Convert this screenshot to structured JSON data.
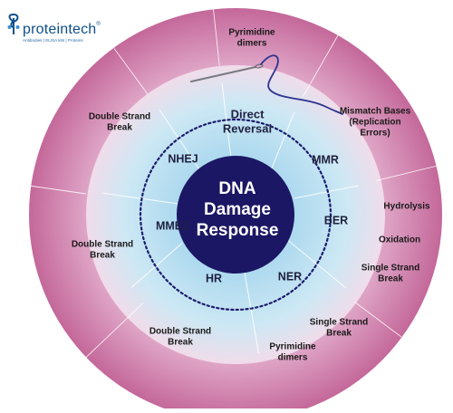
{
  "logo": {
    "name": "proteintech",
    "registered": "®",
    "tagline": "Antibodies  |  ELISA kits  |  Proteins"
  },
  "center": {
    "lines": [
      "DNA",
      "Damage",
      "Response"
    ]
  },
  "pathways": [
    {
      "id": "direct-reversal",
      "lines": [
        "Direct",
        "Reversal"
      ]
    },
    {
      "id": "mmr",
      "lines": [
        "MMR"
      ]
    },
    {
      "id": "ber",
      "lines": [
        "BER"
      ]
    },
    {
      "id": "ner",
      "lines": [
        "NER"
      ]
    },
    {
      "id": "hr",
      "lines": [
        "HR"
      ]
    },
    {
      "id": "mmej",
      "lines": [
        "MMEJ"
      ]
    },
    {
      "id": "nhej",
      "lines": [
        "NHEJ"
      ]
    }
  ],
  "damage_types": [
    {
      "id": "pyrimidine-dimers-top",
      "lines": [
        "Pyrimidine",
        "dimers"
      ]
    },
    {
      "id": "mismatch-bases",
      "lines": [
        "Mismatch Bases",
        "(Replication",
        "Errors)"
      ]
    },
    {
      "id": "hydrolysis",
      "lines": [
        "Hydrolysis"
      ]
    },
    {
      "id": "oxidation",
      "lines": [
        "Oxidation"
      ]
    },
    {
      "id": "single-strand-break-ber",
      "lines": [
        "Single Strand",
        "Break"
      ]
    },
    {
      "id": "single-strand-break-ner",
      "lines": [
        "Single Strand",
        "Break"
      ]
    },
    {
      "id": "pyrimidine-dimers-bottom",
      "lines": [
        "Pyrimidine",
        "dimers"
      ]
    },
    {
      "id": "double-strand-break-hr",
      "lines": [
        "Double Strand",
        "Break"
      ]
    },
    {
      "id": "double-strand-break-mmej",
      "lines": [
        "Double Strand",
        "Break"
      ]
    },
    {
      "id": "double-strand-break-nhej",
      "lines": [
        "Double Strand",
        "Break"
      ]
    }
  ],
  "colors": {
    "outer_ring": "#c4689a",
    "outer_ring_light": "#e7c4da",
    "inner_ring": "#bfe1f0",
    "core": "#1b1764",
    "core_text": "#ffffff",
    "label_text": "#1a1a1a",
    "pathway_text": "#1f2040",
    "dotted": "#1b1d6e",
    "thread": "#2c3390"
  },
  "icons": {
    "needle": "needle-and-thread-icon",
    "logo_mark": "proteintech-logo-icon"
  }
}
